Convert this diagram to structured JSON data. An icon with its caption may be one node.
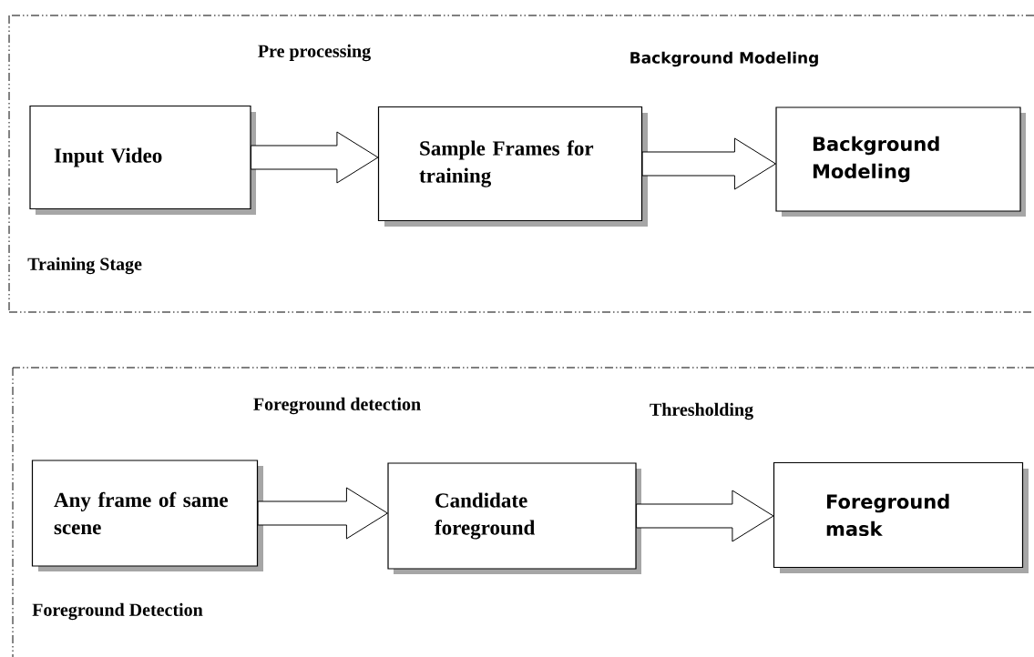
{
  "diagram": {
    "nodes": [
      {
        "text": [
          "Training Stage"
        ]
      },
      {
        "text": [
          "Input Video"
        ],
        "in": 0
      },
      {
        "text": [
          "Sample Frames for training"
        ],
        "in": 0
      },
      {
        "text": [
          "Background Modeling"
        ],
        "in": 0
      },
      {
        "text": [
          "Foreground Detection"
        ]
      },
      {
        "text": [
          "Any frame of same scene"
        ],
        "in": 4
      },
      {
        "text": [
          "Candidate foreground"
        ],
        "in": 4
      },
      {
        "text": [
          "Foreground mask"
        ],
        "in": 4
      }
    ],
    "edges": [
      {
        "from": 1,
        "to": 2,
        "arrow": "to"
      },
      {
        "from": 2,
        "to": 3,
        "arrow": "to"
      },
      {
        "from": 5,
        "to": 6,
        "arrow": "to"
      },
      {
        "from": 6,
        "to": 7,
        "arrow": "to"
      }
    ],
    "labels": [
      "Pre processing",
      "Background Modeling",
      "Foreground detection",
      "Thresholding"
    ]
  }
}
